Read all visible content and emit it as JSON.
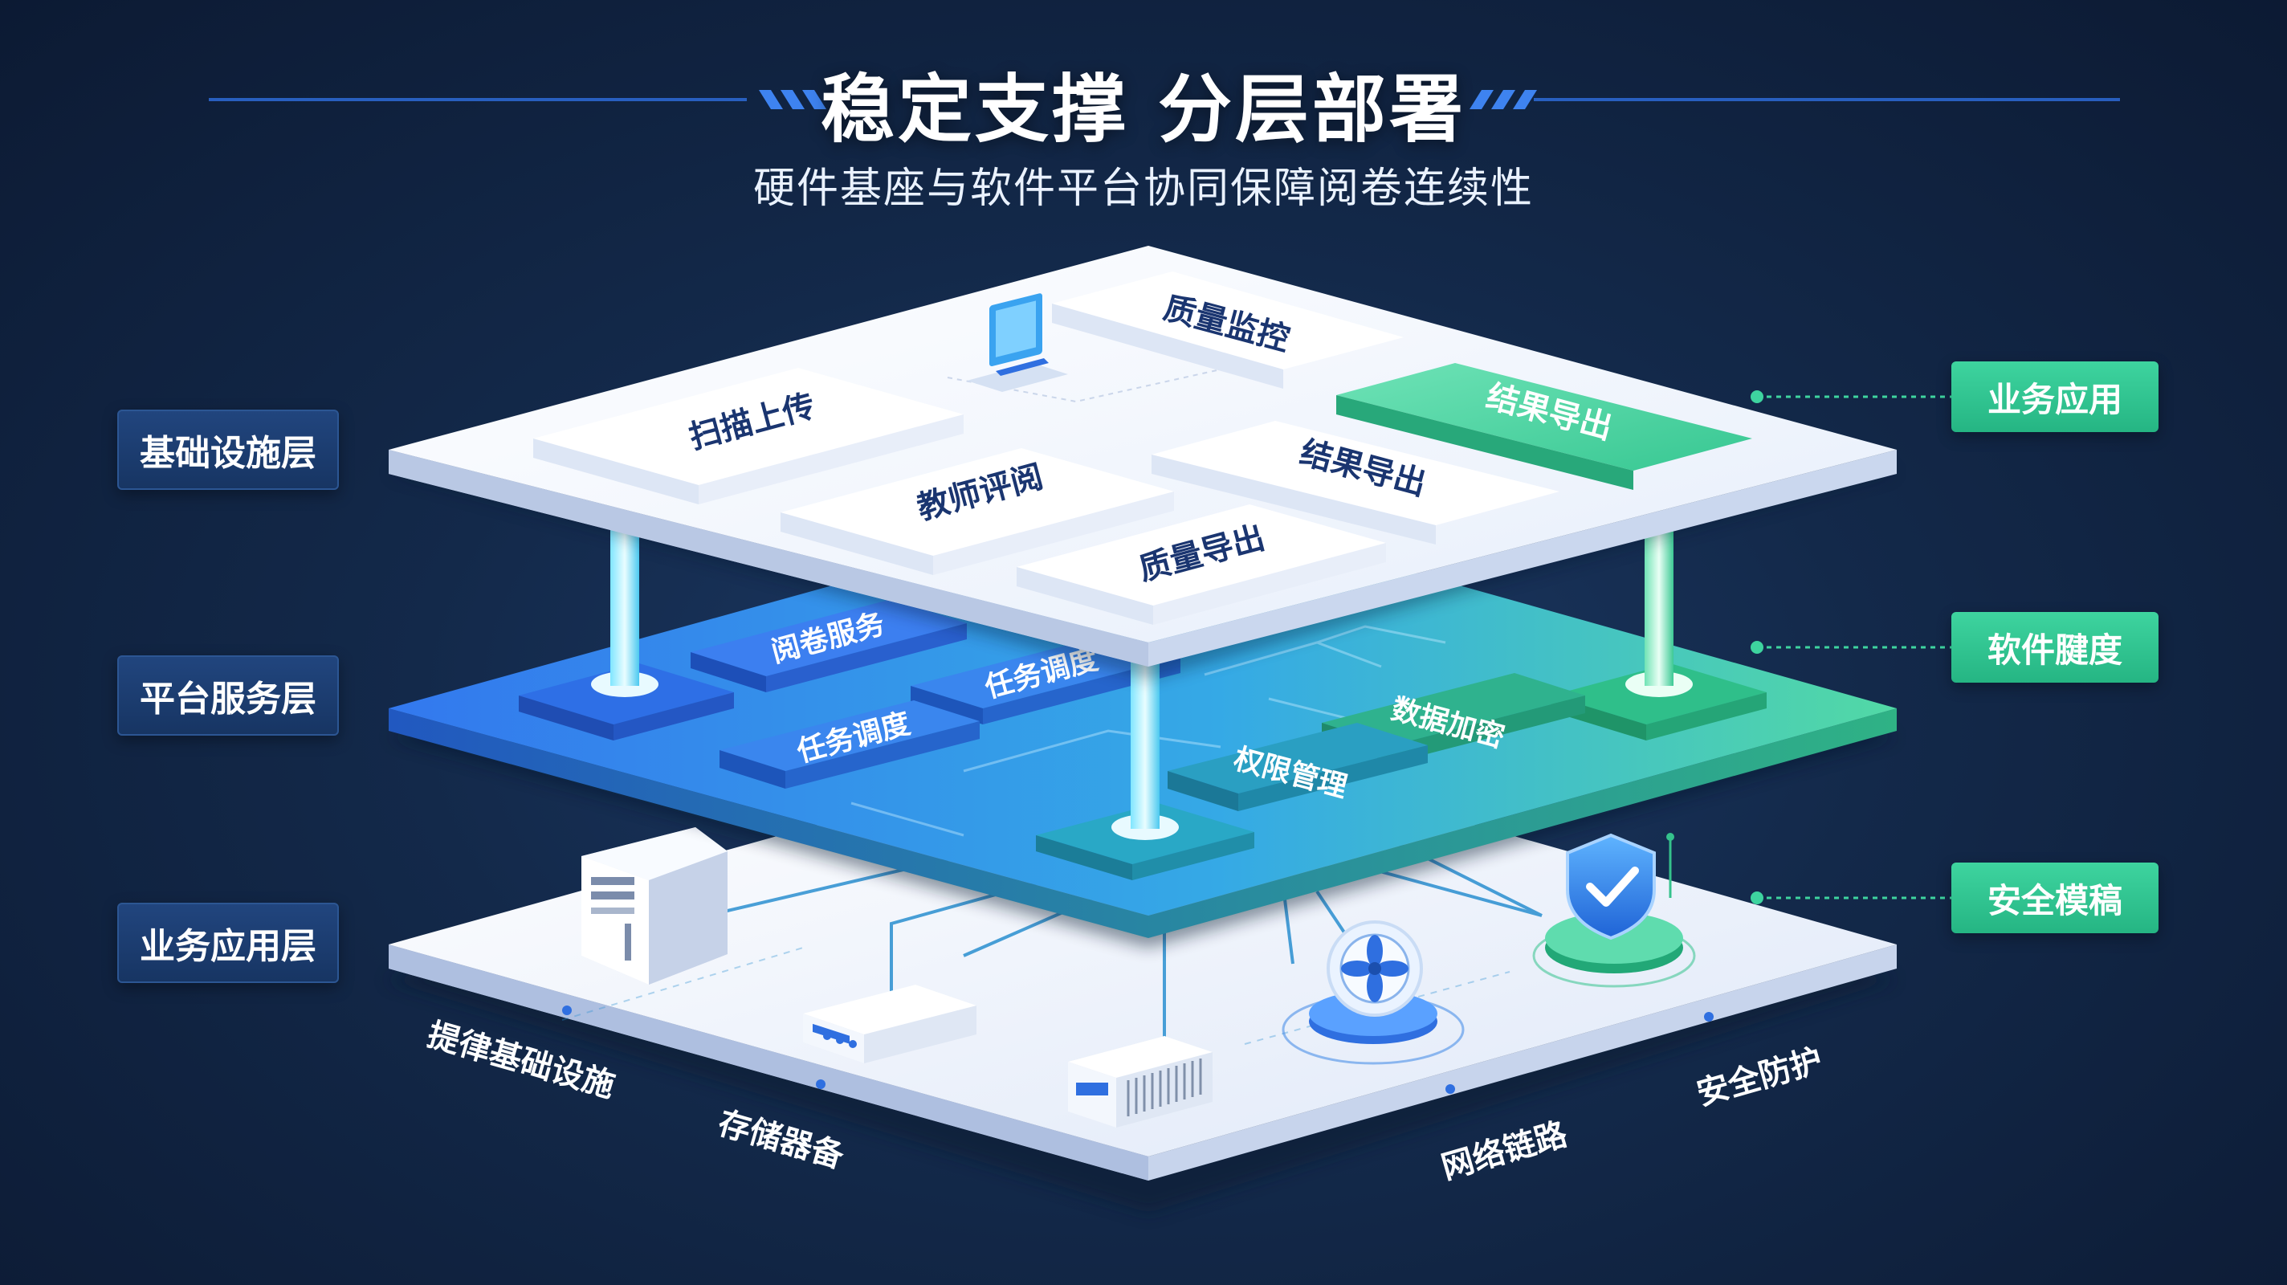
{
  "header": {
    "title": "稳定支撑 分层部署",
    "subtitle": "硬件基座与软件平台协同保障阅卷连续性"
  },
  "layer_labels": [
    "基础设施层",
    "平台服务层",
    "业务应用层"
  ],
  "side_tags": [
    "业务应用",
    "软件腱度",
    "安全模稿"
  ],
  "top_layer": {
    "cards": [
      "质量监控",
      "扫描上传",
      "结果导出",
      "结果导出",
      "教师评阅",
      "质量导出"
    ],
    "icon": "monitor-icon"
  },
  "middle_layer": {
    "blocks": [
      "阅卷服务",
      "任务调度",
      "任务调度",
      "数据加密",
      "权限管理"
    ]
  },
  "bottom_layer": {
    "captions": [
      "提律基础设施",
      "存储器备",
      "网络链路",
      "安全防护"
    ],
    "icons": [
      "server-icon",
      "router-icon",
      "network-switch-icon",
      "cooling-fan-icon",
      "security-shield-icon"
    ]
  },
  "colors": {
    "background": "#13294a",
    "accent_green": "#2fc48d",
    "accent_blue": "#2f6fe0",
    "label_navy": "#1b3c70",
    "card_white": "#ffffff"
  }
}
